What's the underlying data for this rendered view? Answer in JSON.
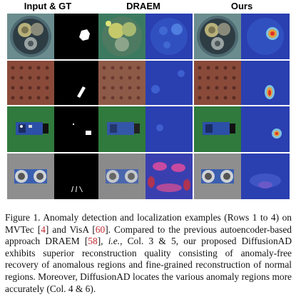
{
  "headers": {
    "input_gt": "Input & GT",
    "draem": "DRAEM",
    "ours": "Ours"
  },
  "rows": [
    {
      "sample": "screw-bag-photo"
    },
    {
      "sample": "perforated-board-photo"
    },
    {
      "sample": "pcb-sensor-board-photo"
    },
    {
      "sample": "ultrasonic-sensor-photo"
    }
  ],
  "caption": {
    "t1": "Figure 1.  Anomaly detection and localization examples (Rows 1 to 4) on MVTec [",
    "r1": "4",
    "t2": "] and VisA [",
    "r2": "60",
    "t3": "].  Compared to the previous autoencoder-based approach DRAEM [",
    "r3": "58",
    "t4": "], ",
    "ie": "i.e.",
    "t5": ", Col. 3 & 5, our proposed DiffusionAD exhibits superior reconstruction quality consisting of anomaly-free recovery of anomalous regions and fine-grained reconstruction of normal regions. Moreover, DiffusionAD locates the various anomaly regions more accurately (Col. 4 & 6)."
  },
  "colors": {
    "heat_cold": "#2a3fb0",
    "heat_hot": "#e0302a",
    "board_brown": "#8a4a3a",
    "pcb_green": "#2f7a3c"
  }
}
